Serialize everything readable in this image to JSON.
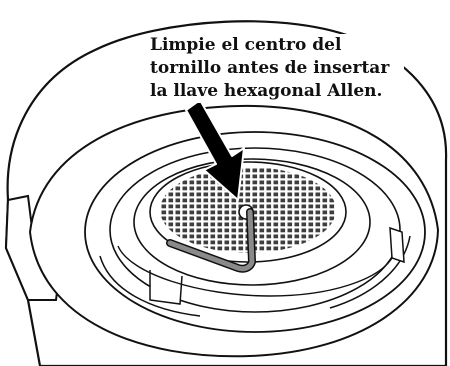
{
  "instruction": {
    "lines": [
      "Limpie el centro del",
      "tornillo antes de insertar",
      "la llave hexagonal Allen."
    ]
  },
  "illustration": {
    "subject": "grouphead-with-shower-screen-and-allen-key",
    "line_color": "#111111",
    "fill_color": "#ffffff",
    "screen_color": "#444444",
    "key_color": "#7a7a7a",
    "arrow_color": "#000000"
  }
}
